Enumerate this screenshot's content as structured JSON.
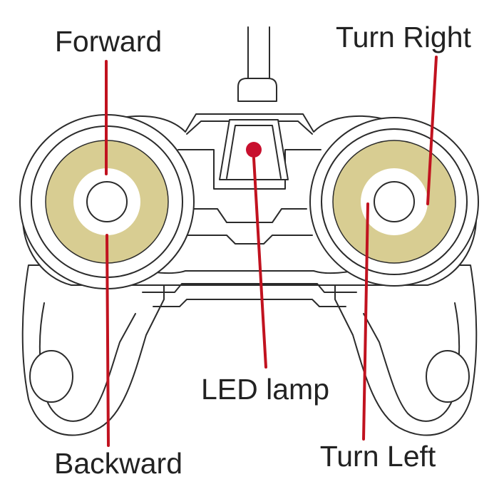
{
  "labels": {
    "forward": "Forward",
    "turn_right": "Turn Right",
    "led_lamp": "LED lamp",
    "backward": "Backward",
    "turn_left": "Turn Left"
  },
  "colors": {
    "leader_line": "#c1121f",
    "led": "#c8102e",
    "joystick_ring": "#d8cd92",
    "outline": "#2b2b2b"
  },
  "icons": {
    "device": "gamepad-controller",
    "left_stick": "joystick",
    "right_stick": "joystick",
    "indicator": "led-dot"
  }
}
